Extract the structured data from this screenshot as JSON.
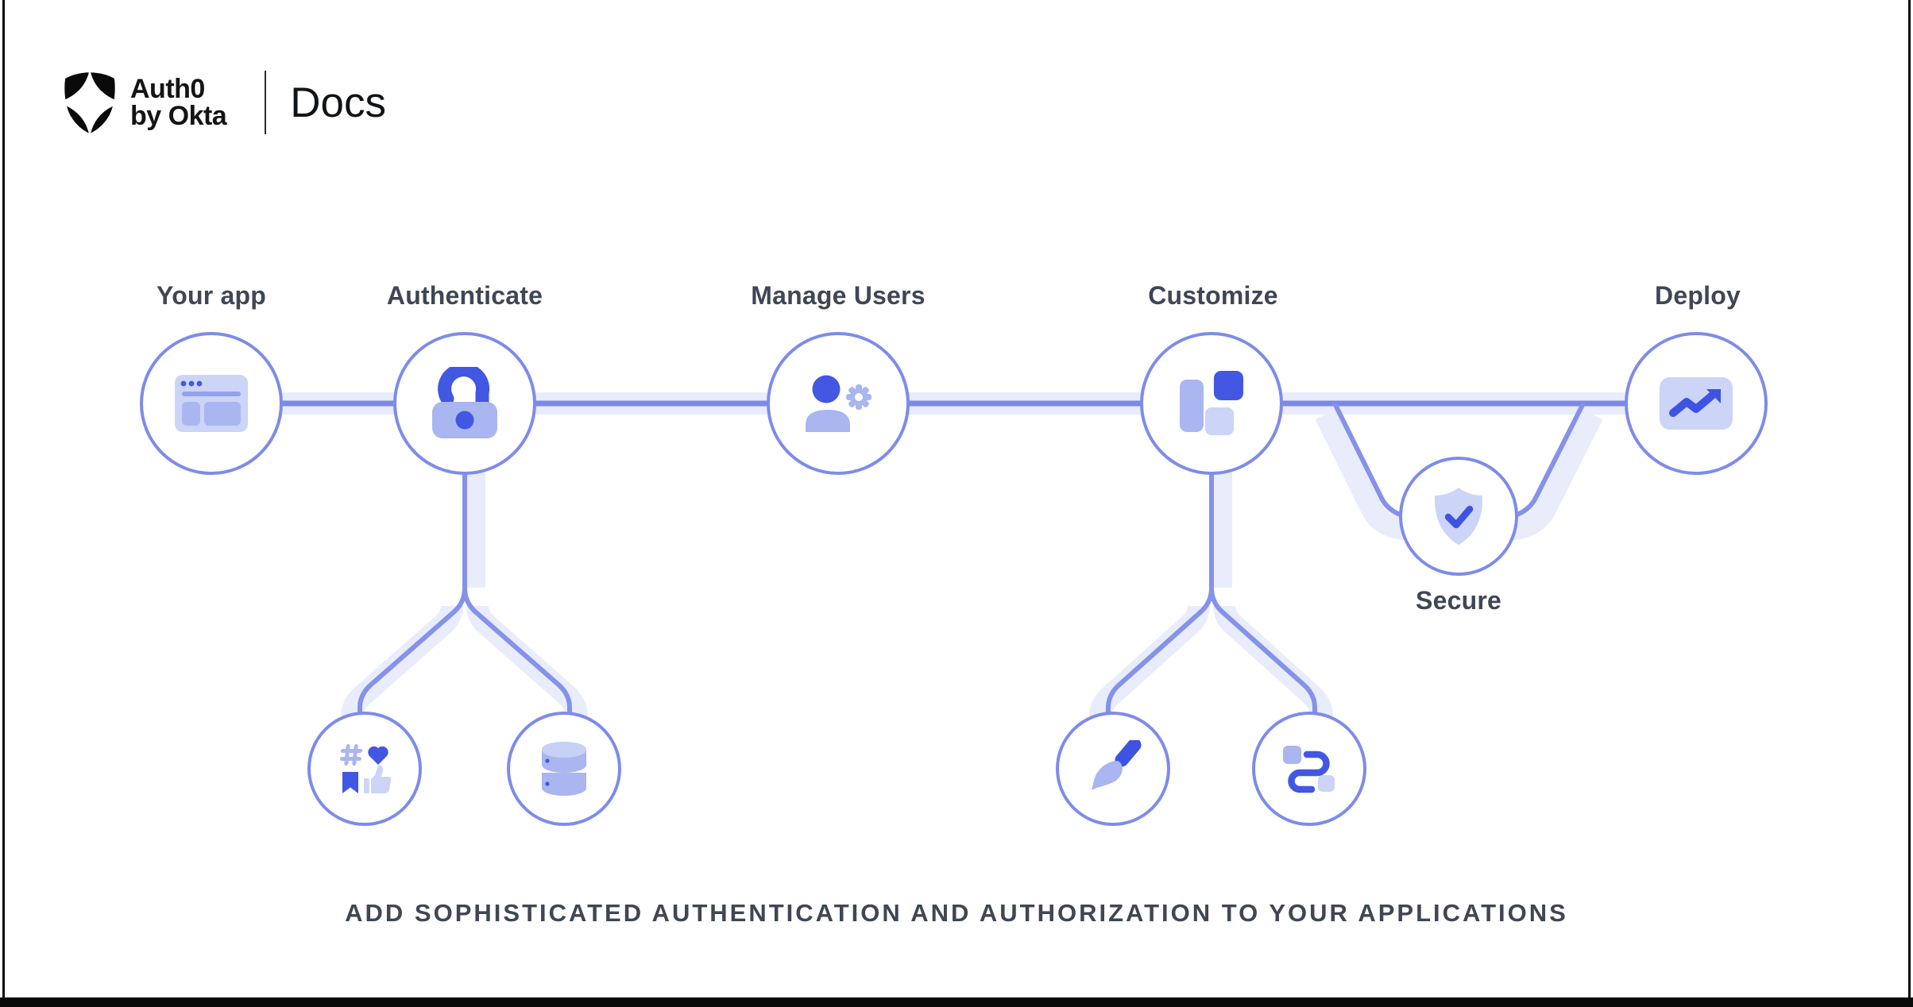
{
  "header": {
    "logo_line1": "Auth0",
    "logo_line2": "by Okta",
    "product": "Docs",
    "logo_icon": "auth0-shield-icon"
  },
  "diagram": {
    "nodes": {
      "main": [
        {
          "id": "your-app",
          "label": "Your app",
          "icon": "browser-window-icon"
        },
        {
          "id": "authenticate",
          "label": "Authenticate",
          "icon": "open-lock-icon"
        },
        {
          "id": "manage-users",
          "label": "Manage Users",
          "icon": "user-gear-icon"
        },
        {
          "id": "customize",
          "label": "Customize",
          "icon": "layout-blocks-icon"
        },
        {
          "id": "deploy",
          "label": "Deploy",
          "icon": "trend-up-chart-icon"
        }
      ],
      "secondary": [
        {
          "id": "secure",
          "label": "Secure",
          "icon": "shield-check-icon",
          "between": [
            "customize",
            "deploy"
          ]
        }
      ],
      "sub": [
        {
          "id": "social-logins",
          "parent": "authenticate",
          "icon": "social-engagement-icon"
        },
        {
          "id": "user-database",
          "parent": "authenticate",
          "icon": "database-icon"
        },
        {
          "id": "branding",
          "parent": "customize",
          "icon": "paintbrush-icon"
        },
        {
          "id": "workflows",
          "parent": "customize",
          "icon": "flow-path-icon"
        }
      ]
    },
    "caption": "ADD SOPHISTICATED AUTHENTICATION AND AUTHORIZATION TO YOUR APPLICATIONS"
  },
  "colors": {
    "accent_blue": "#4257e2",
    "periwinkle": "#aab6ef",
    "light_lavender": "#ccd4f7",
    "circle_border": "#7d8ce9",
    "connector_line": "#7b89e8",
    "connector_glow": "#e9ecfa",
    "label_text": "#3f4654",
    "frame_black": "#0a0a0a"
  }
}
